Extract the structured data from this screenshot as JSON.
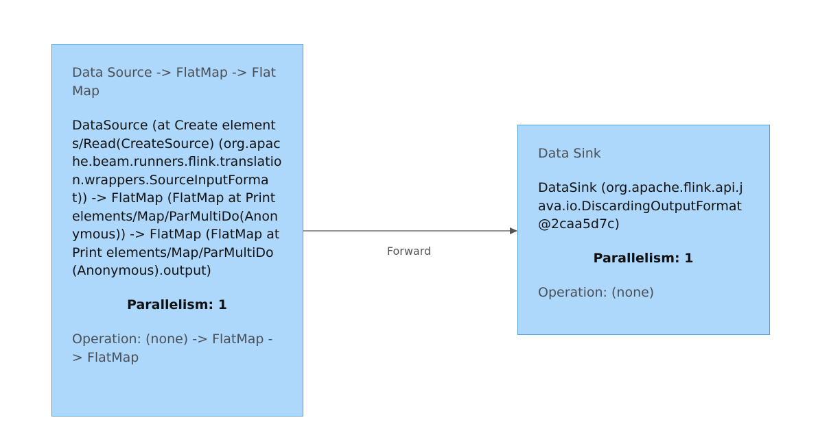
{
  "nodes": {
    "source": {
      "title": "Data Source -> FlatMap -> FlatMap",
      "description": "DataSource (at Create elements/Read(CreateSource) (org.apache.beam.runners.flink.translation.wrappers.SourceInputFormat)) -> FlatMap (FlatMap at Print elements/Map/ParMultiDo(Anonymous)) -> FlatMap (FlatMap at Print elements/Map/ParMultiDo(Anonymous).output)",
      "parallelism": "Parallelism: 1",
      "operation": "Operation: (none) -> FlatMap -> FlatMap"
    },
    "sink": {
      "title": "Data Sink",
      "description": "DataSink (org.apache.flink.api.java.io.DiscardingOutputFormat@2caa5d7c)",
      "parallelism": "Parallelism: 1",
      "operation": "Operation: (none)"
    }
  },
  "edge": {
    "label": "Forward"
  },
  "colors": {
    "node_fill": "#add8fc",
    "node_border": "#4a9fe0",
    "edge": "#555555"
  }
}
